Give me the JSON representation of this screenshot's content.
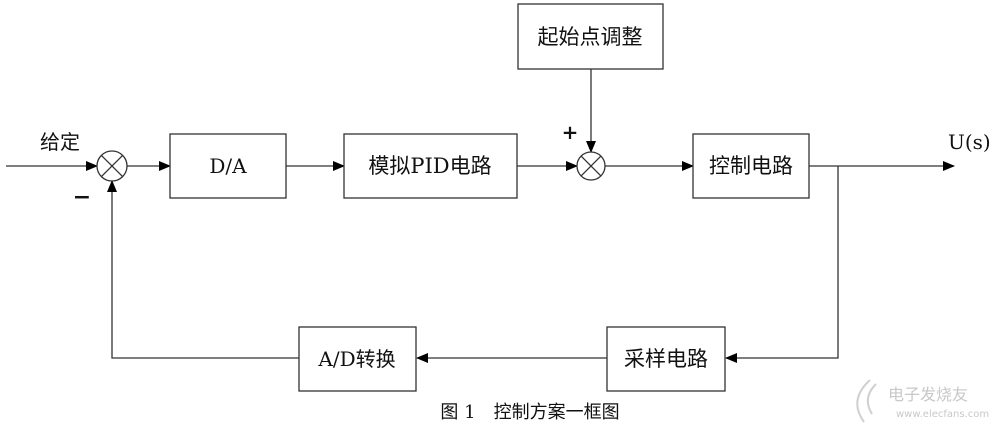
{
  "diagram": {
    "input_label": "给定",
    "output_label": "U(s)",
    "sum1_sign_feedback": "−",
    "sum2_sign_offset": "+",
    "blocks": {
      "da": "D/A",
      "pid": "模拟PID电路",
      "offset": "起始点调整",
      "control": "控制电路",
      "sampling": "采样电路",
      "ad": "A/D转换"
    },
    "caption": "图 1　控制方案一框图",
    "watermark": {
      "title": "电子发烧友",
      "url": "www.elecfans.com"
    }
  },
  "colors": {
    "line": "#333333",
    "text": "#111111"
  }
}
